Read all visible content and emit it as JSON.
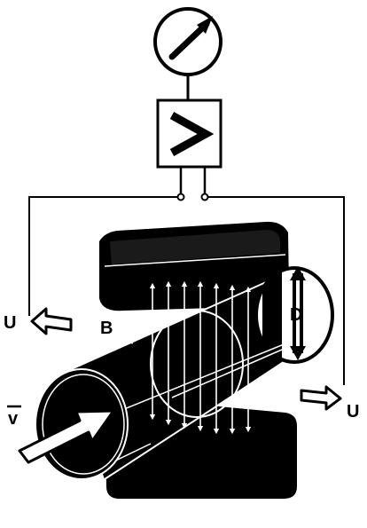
{
  "labels": {
    "voltage_left": "U",
    "voltage_right": "U",
    "magnetic_field": "B",
    "diameter": "D",
    "velocity": "v"
  },
  "components": {
    "meter": "gauge-meter",
    "amplifier": "amplifier-triangle"
  },
  "colors": {
    "ink": "#000000",
    "paper": "#ffffff"
  }
}
